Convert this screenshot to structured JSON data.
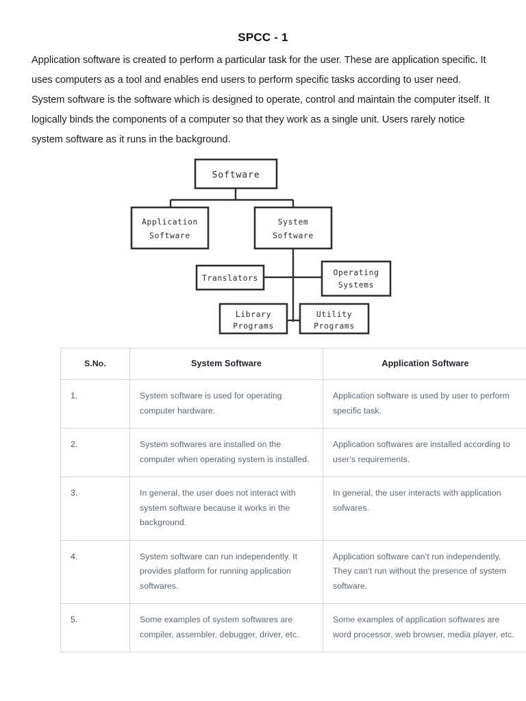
{
  "document": {
    "title": "SPCC - 1",
    "paragraphs": [
      "Application software is created to perform a particular task for the user. These are application specific. It uses computers as a tool and enables end users to perform specific tasks according to user need.",
      "System software is the software which is designed to operate, control and maintain the computer itself. It logically binds the components of a computer so that they work as a single unit. Users rarely notice system software as it runs in the background."
    ]
  },
  "diagram": {
    "type": "hierarchy-tree",
    "root": "Software",
    "nodes": {
      "root": "Software",
      "application_software": "Application\nSoftware",
      "application_software_line1": "Application",
      "application_software_line2": "Software",
      "system_software_line1": "System",
      "system_software_line2": "Software",
      "translators": "Translators",
      "operating_systems_line1": "Operating",
      "operating_systems_line2": "Systems",
      "library_programs_line1": "Library",
      "library_programs_line2": "Programs",
      "utility_programs_line1": "Utility",
      "utility_programs_line2": "Programs"
    },
    "edges": [
      [
        "Software",
        "Application Software"
      ],
      [
        "Software",
        "System Software"
      ],
      [
        "System Software",
        "Translators"
      ],
      [
        "System Software",
        "Operating Systems"
      ],
      [
        "System Software",
        "Library Programs"
      ],
      [
        "System Software",
        "Utility Programs"
      ]
    ],
    "box_border_color": "#2e2e2e",
    "text_color": "#2c2c2c"
  },
  "table": {
    "headers": [
      "S.No.",
      "System Software",
      "Application Software"
    ],
    "rows": [
      {
        "sno": "1.",
        "system": "System software is used for operating computer hardware.",
        "application": "Application software is used by user to perform specific task."
      },
      {
        "sno": "2.",
        "system": "System softwares are installed on the computer when operating system is installed.",
        "application": "Application softwares are installed according to user‘s requirements."
      },
      {
        "sno": "3.",
        "system": "In general, the user does not interact with system software because it works in the background.",
        "application": "In general, the user interacts with application sofwares."
      },
      {
        "sno": "4.",
        "system": "System software can run independently. It provides platform for running application softwares.",
        "application": "Application software can‘t run independently. They can‘t run without the presence of system software."
      },
      {
        "sno": "5.",
        "system": "Some examples of system softwares are compiler, assembler, debugger, driver, etc.",
        "application": "Some examples of application softwares are word processor, web browser, media player, etc."
      }
    ],
    "border_color": "#d4d4d8",
    "header_text_color": "#20242c",
    "body_text_color": "#5c6573"
  }
}
